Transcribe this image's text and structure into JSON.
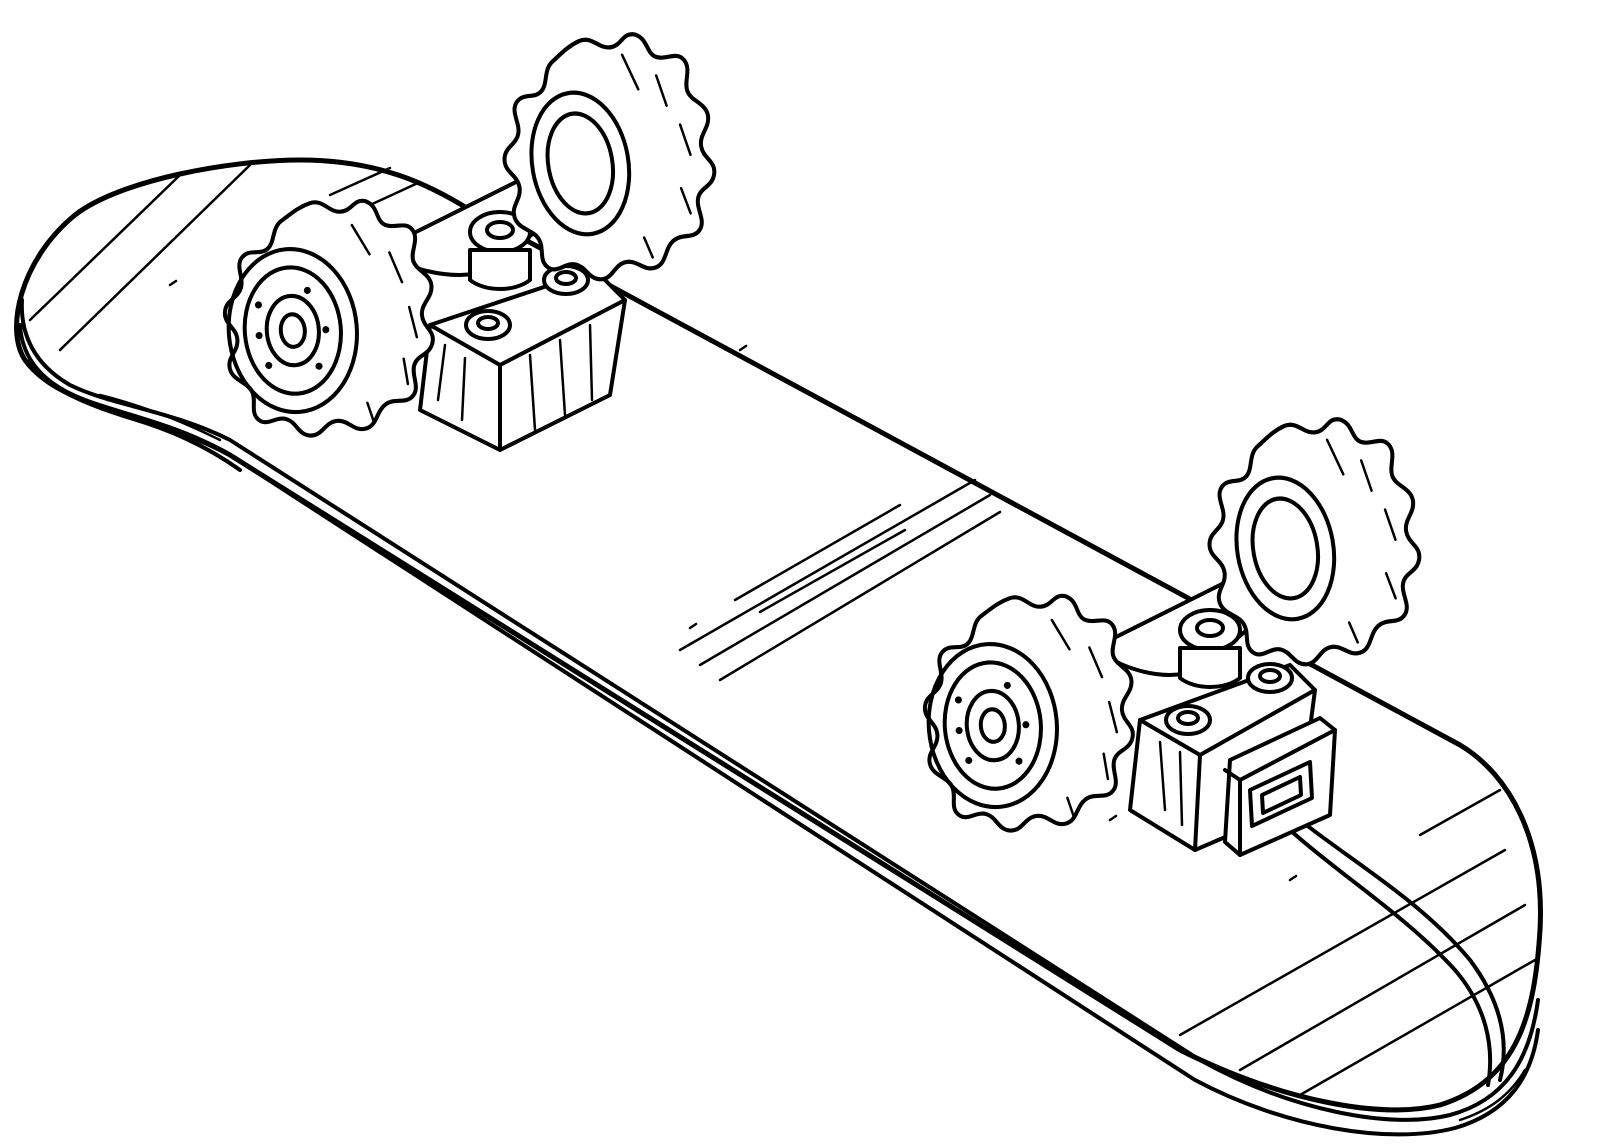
{
  "figure": {
    "subject": "skateboard-underside-perspective",
    "line_color": "#000000",
    "background_color": "#ffffff",
    "components": [
      "deck",
      "deck-laminate-edge",
      "deck-grain-lines",
      "rear-truck",
      "front-truck",
      "rear-left-wheel",
      "rear-right-wheel",
      "front-left-wheel",
      "front-right-wheel",
      "switch-module",
      "wire"
    ]
  }
}
